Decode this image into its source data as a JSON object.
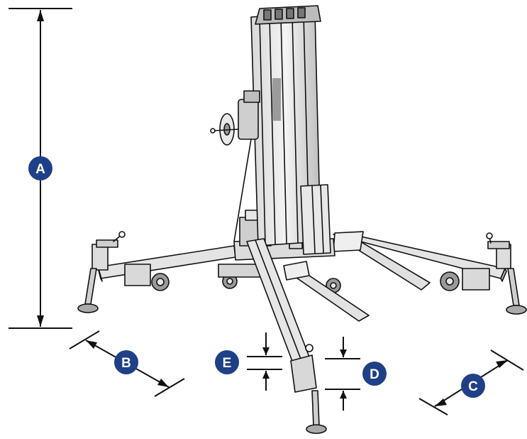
{
  "colors": {
    "badge_fill": "#1f3f87",
    "badge_text": "#ffffff",
    "line": "#111111",
    "metal_light": "#ececec",
    "metal_mid": "#c9c9c9",
    "metal_dark": "#8e8e8e"
  },
  "dimension_labels": {
    "a": "A",
    "b": "B",
    "c": "C",
    "d": "D",
    "e": "E"
  }
}
